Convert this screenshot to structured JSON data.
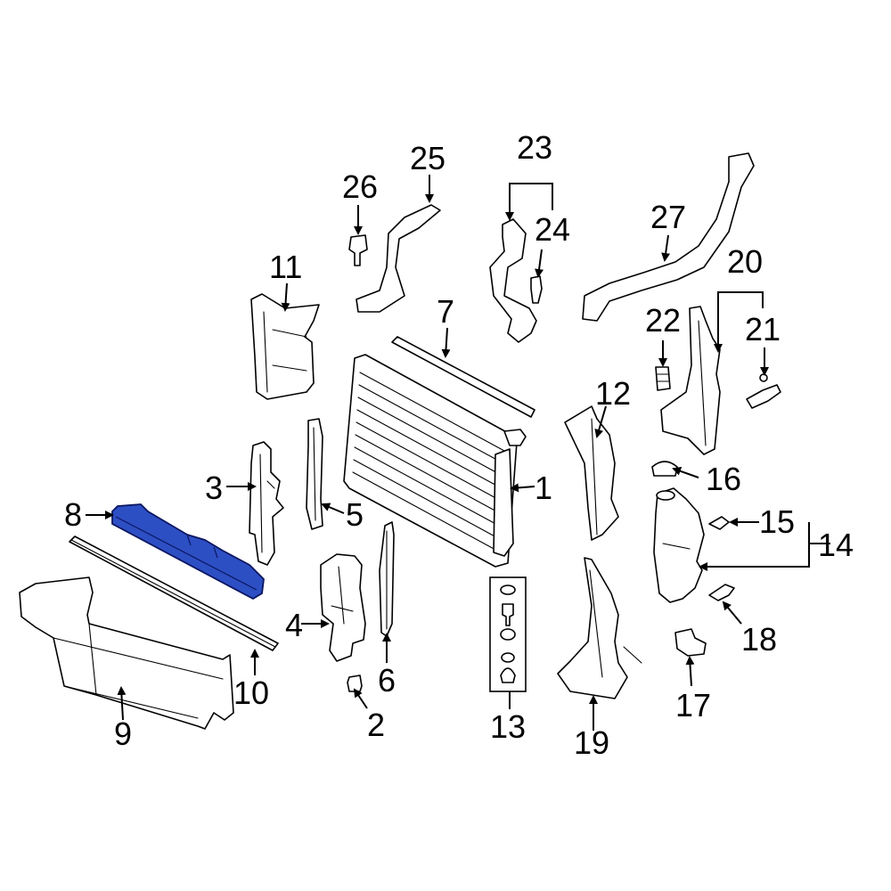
{
  "diagram": {
    "highlight_color": "#2d4fc4",
    "highlighted_part": "8",
    "callouts": [
      "1",
      "2",
      "3",
      "4",
      "5",
      "6",
      "7",
      "8",
      "9",
      "10",
      "11",
      "12",
      "13",
      "14",
      "15",
      "16",
      "17",
      "18",
      "19",
      "20",
      "21",
      "22",
      "23",
      "24",
      "25",
      "26",
      "27"
    ],
    "labels": {
      "c1": "1",
      "c2": "2",
      "c3": "3",
      "c4": "4",
      "c5": "5",
      "c6": "6",
      "c7": "7",
      "c8": "8",
      "c9": "9",
      "c10": "10",
      "c11": "11",
      "c12": "12",
      "c13": "13",
      "c14": "14",
      "c15": "15",
      "c16": "16",
      "c17": "17",
      "c18": "18",
      "c19": "19",
      "c20": "20",
      "c21": "21",
      "c22": "22",
      "c23": "23",
      "c24": "24",
      "c25": "25",
      "c26": "26",
      "c27": "27"
    }
  }
}
